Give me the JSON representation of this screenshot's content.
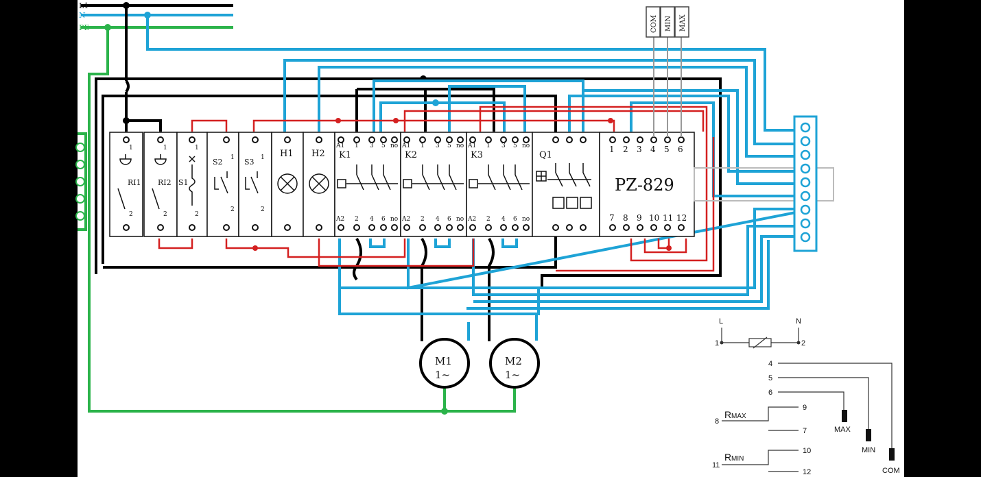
{
  "supply": {
    "l1": "L1",
    "n": "N",
    "pe": "PE"
  },
  "modules": {
    "ri1": "RI1",
    "ri2": "RI2",
    "s1": "S1",
    "s2": "S2",
    "s3": "S3",
    "h1": "H1",
    "h2": "H2",
    "k1": "K1",
    "k2": "K2",
    "k3": "K3",
    "q1": "Q1",
    "controller": "PZ-829"
  },
  "terminals": {
    "one": "1",
    "two": "2",
    "three": "3",
    "four": "4",
    "five": "5",
    "six": "6",
    "seven": "7",
    "eight": "8",
    "nine": "9",
    "ten": "10",
    "eleven": "11",
    "twelve": "12",
    "a1": "A1",
    "a2": "A2",
    "no": "no",
    "no_upper": "NO"
  },
  "probes": {
    "com": "COM",
    "min": "MIN",
    "max": "MAX"
  },
  "motors": [
    {
      "name": "M1",
      "type": "1~"
    },
    {
      "name": "M2",
      "type": "1~"
    }
  ],
  "legend": {
    "l": "L",
    "n": "N",
    "t1": "1",
    "t2": "2",
    "t4": "4",
    "t5": "5",
    "t6": "6",
    "t7": "7",
    "t8": "8",
    "t9": "9",
    "t10": "10",
    "t11": "11",
    "t12": "12",
    "rmax_r": "R",
    "rmax_sub": "MAX",
    "rmin_r": "R",
    "rmin_sub": "MIN",
    "max": "MAX",
    "min": "MIN",
    "com": "COM"
  },
  "colors": {
    "phase": "#000000",
    "neutral": "#1ea3d6",
    "earth": "#2bb34a",
    "control": "#d42020"
  }
}
